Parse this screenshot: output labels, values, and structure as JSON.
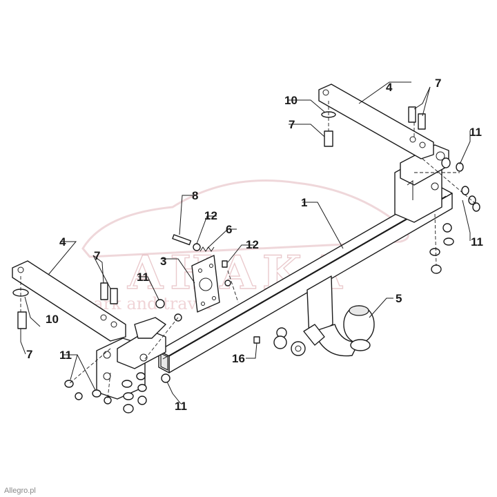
{
  "watermark": {
    "brand": "AHAKA",
    "tagline": "park and travel"
  },
  "corner_text": "Allegro.pl",
  "callouts": [
    {
      "id": "c1",
      "label": "1"
    },
    {
      "id": "c3",
      "label": "3"
    },
    {
      "id": "c4a",
      "label": "4"
    },
    {
      "id": "c4b",
      "label": "4"
    },
    {
      "id": "c5",
      "label": "5"
    },
    {
      "id": "c6",
      "label": "6"
    },
    {
      "id": "c7a",
      "label": "7"
    },
    {
      "id": "c7b",
      "label": "7"
    },
    {
      "id": "c7c",
      "label": "7"
    },
    {
      "id": "c7d",
      "label": "7"
    },
    {
      "id": "c8",
      "label": "8"
    },
    {
      "id": "c10a",
      "label": "10"
    },
    {
      "id": "c10b",
      "label": "10"
    },
    {
      "id": "c11a",
      "label": "11"
    },
    {
      "id": "c11b",
      "label": "11"
    },
    {
      "id": "c11c",
      "label": "11"
    },
    {
      "id": "c11d",
      "label": "11"
    },
    {
      "id": "c11e",
      "label": "11"
    },
    {
      "id": "c12a",
      "label": "12"
    },
    {
      "id": "c12b",
      "label": "12"
    },
    {
      "id": "c16",
      "label": "16"
    }
  ]
}
